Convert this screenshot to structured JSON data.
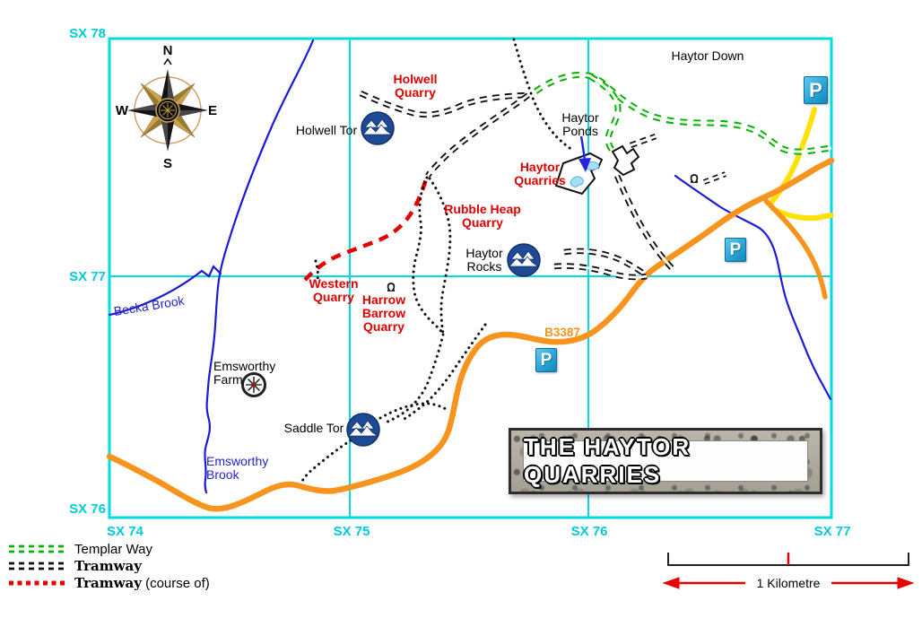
{
  "title_banner": {
    "text": "THE HAYTOR QUARRIES"
  },
  "compass": {
    "north": "N",
    "east": "E",
    "south": "S",
    "west": "W"
  },
  "grid_labels": {
    "top_left": "SX 78",
    "mid_left": "SX 77",
    "bottom_left": "SX 76",
    "bottom_1": "SX 74",
    "bottom_2": "SX 75",
    "bottom_3": "SX 76",
    "bottom_4": "SX 77"
  },
  "place_labels": {
    "haytor_down": "Haytor Down",
    "holwell_quarry": {
      "line1": "Holwell",
      "line2": "Quarry"
    },
    "holwell_tor": "Holwell Tor",
    "haytor_ponds": {
      "line1": "Haytor",
      "line2": "Ponds"
    },
    "haytor_quarries": {
      "line1": "Haytor",
      "line2": "Quarries"
    },
    "rubble_heap_quarry": {
      "line1": "Rubble Heap",
      "line2": "Quarry"
    },
    "western_quarry": {
      "line1": "Western",
      "line2": "Quarry"
    },
    "harrow_barrow_quarry": {
      "line1": "Harrow",
      "line2": "Barrow",
      "line3": "Quarry"
    },
    "haytor_rocks": {
      "line1": "Haytor",
      "line2": "Rocks"
    },
    "saddle_tor": "Saddle Tor",
    "emsworthy_farm": {
      "line1": "Emsworthy",
      "line2": "Farm"
    },
    "becka_brook": "Becka Brook",
    "emsworthy_brook": {
      "line1": "Emsworthy",
      "line2": "Brook"
    },
    "b3387": "B3387"
  },
  "parking": {
    "letter": "P"
  },
  "legend": {
    "templar_way": "Templar Way",
    "tramway": "Tramway",
    "course_suffix": "(course of)"
  },
  "scale_bar": {
    "label": "1 Kilometre"
  },
  "colors": {
    "grid_cyan": "#00ccd6",
    "label_red": "#dd0000",
    "road_orange": "#f7941d",
    "road_yellow": "#ffe105",
    "water_blue": "#1a1ad8",
    "templar_green": "#00b400",
    "tramway_black": "#111111",
    "course_red": "#e60000",
    "parking_blue": "#29a3d6",
    "tor_navy": "#1e4a94"
  }
}
